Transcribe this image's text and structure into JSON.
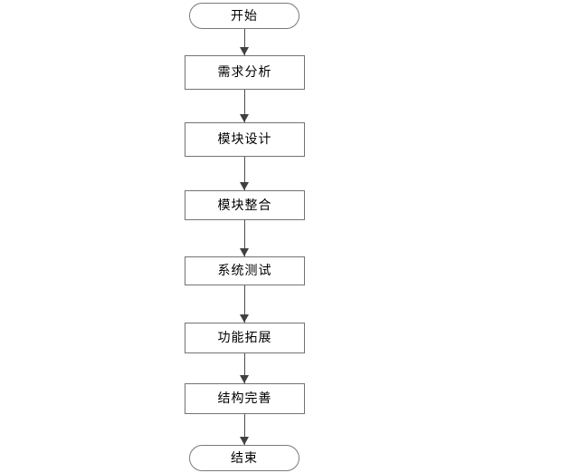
{
  "flowchart": {
    "type": "flowchart",
    "direction": "top-down",
    "nodes": [
      {
        "id": "start",
        "label": "开始",
        "shape": "stadium"
      },
      {
        "id": "requirements-analysis",
        "label": "需求分析",
        "shape": "rect"
      },
      {
        "id": "module-design",
        "label": "模块设计",
        "shape": "rect"
      },
      {
        "id": "module-integration",
        "label": "模块整合",
        "shape": "rect"
      },
      {
        "id": "system-testing",
        "label": "系统测试",
        "shape": "rect"
      },
      {
        "id": "feature-expansion",
        "label": "功能拓展",
        "shape": "rect"
      },
      {
        "id": "structure-refinement",
        "label": "结构完善",
        "shape": "rect"
      },
      {
        "id": "end",
        "label": "结束",
        "shape": "stadium"
      }
    ],
    "edges": [
      {
        "from": "start",
        "to": "requirements-analysis",
        "arrow": "filled-triangle"
      },
      {
        "from": "requirements-analysis",
        "to": "module-design",
        "arrow": "filled-triangle"
      },
      {
        "from": "module-design",
        "to": "module-integration",
        "arrow": "filled-triangle"
      },
      {
        "from": "module-integration",
        "to": "system-testing",
        "arrow": "filled-triangle"
      },
      {
        "from": "system-testing",
        "to": "feature-expansion",
        "arrow": "filled-triangle"
      },
      {
        "from": "feature-expansion",
        "to": "structure-refinement",
        "arrow": "filled-triangle"
      },
      {
        "from": "structure-refinement",
        "to": "end",
        "arrow": "filled-triangle"
      }
    ],
    "colors": {
      "background": "#ffffff",
      "node_fill": "#ffffff",
      "node_border": "#737373",
      "arrow": "#404040",
      "text": "#000000"
    }
  }
}
